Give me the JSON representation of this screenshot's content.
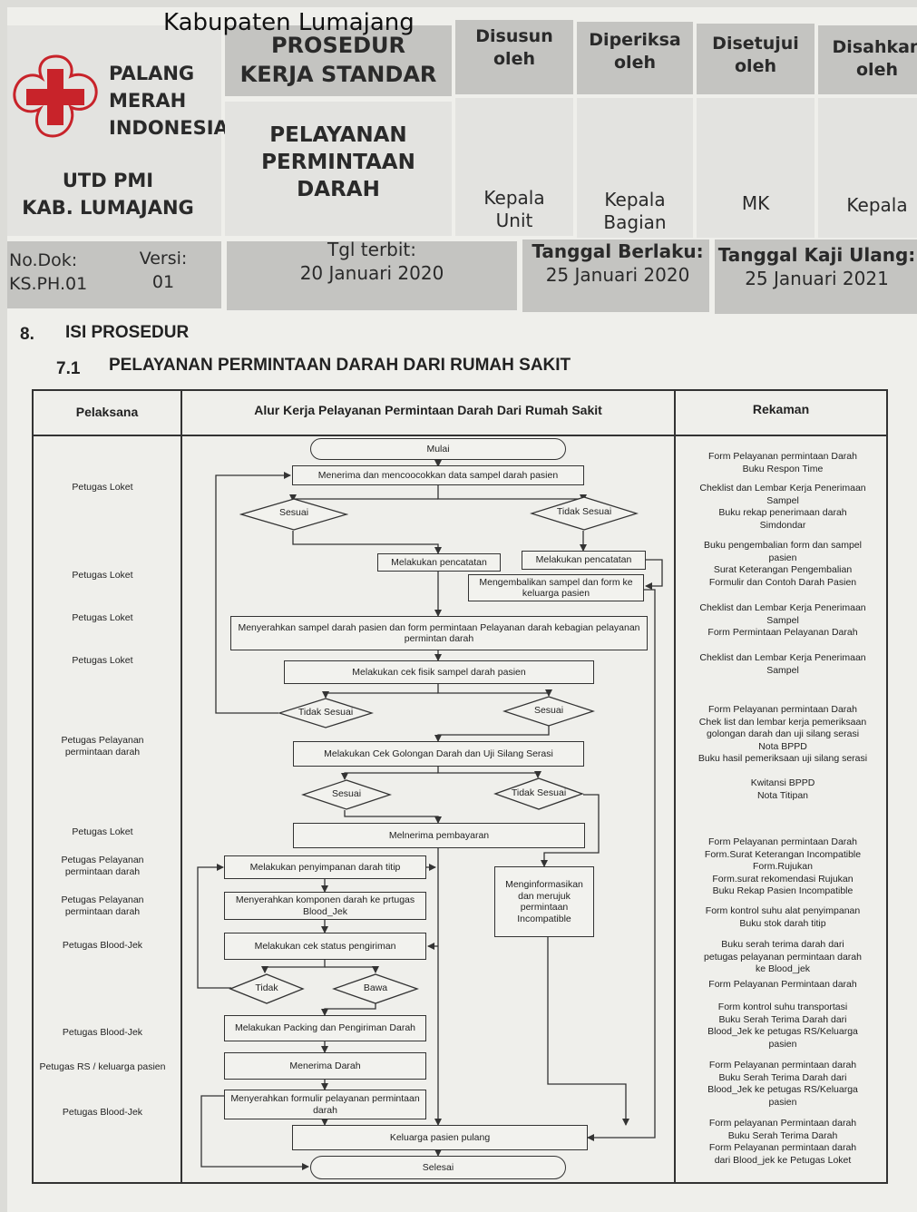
{
  "header": {
    "region": "Kabupaten Lumajang",
    "org_lines": [
      "PALANG",
      "MERAH",
      "INDONESIA"
    ],
    "utd_lines": [
      "UTD PMI",
      "KAB. LUMAJANG"
    ],
    "doc_type_lines": [
      "PROSEDUR",
      "KERJA STANDAR"
    ],
    "doc_title_lines": [
      "PELAYANAN",
      "PERMINTAAN",
      "DARAH"
    ],
    "approvals": [
      {
        "head": [
          "Disusun",
          "oleh"
        ],
        "by": [
          "Kepala",
          "Unit"
        ]
      },
      {
        "head": [
          "Diperiksa",
          "oleh"
        ],
        "by": [
          "Kepala",
          "Bagian"
        ]
      },
      {
        "head": [
          "Disetujui",
          "oleh"
        ],
        "by": [
          "MK"
        ]
      },
      {
        "head": [
          "Disahkan",
          "oleh"
        ],
        "by": [
          "Kepala"
        ]
      }
    ],
    "meta": {
      "no_dok_label": "No.Dok:",
      "no_dok": "KS.PH.01",
      "versi_label": "Versi:",
      "versi": "01",
      "tgl_terbit_label": "Tgl terbit:",
      "tgl_terbit": "20 Januari 2020",
      "berlaku_label": "Tanggal Berlaku:",
      "berlaku": "25 Januari 2020",
      "kaji_label": "Tanggal Kaji Ulang:",
      "kaji": "25 Januari 2021"
    }
  },
  "section": {
    "num": "8.",
    "title": "ISI PROSEDUR",
    "sub_num": "7.1",
    "sub_title": "PELAYANAN PERMINTAAN DARAH DARI RUMAH SAKIT"
  },
  "table": {
    "col_pelaksana": "Pelaksana",
    "col_alur": "Alur Kerja Pelayanan Permintaan Darah Dari Rumah Sakit",
    "col_rekaman": "Rekaman"
  },
  "pelaksana": [
    "Petugas Loket",
    "Petugas Loket",
    "Petugas Loket",
    "Petugas Loket",
    "Petugas Pelayanan\npermintaan darah",
    "Petugas Loket",
    "Petugas Pelayanan\npermintaan darah",
    "Petugas Pelayanan\npermintaan darah",
    "Petugas Blood-Jek",
    "Petugas Blood-Jek",
    "Petugas RS / keluarga pasien",
    "Petugas Blood-Jek"
  ],
  "flow": {
    "mulai": "Mulai",
    "menerima_data": "Menerima dan mencoocokkan data sampel darah pasien",
    "sesuai1": "Sesuai",
    "tidak_sesuai1": "Tidak Sesuai",
    "pencatatan_a": "Melakukan pencatatan",
    "pencatatan_b": "Melakukan pencatatan",
    "mengembalikan": "Mengembalikan sampel dan form ke keluarga pasien",
    "menyerahkan_sampel": "Menyerahkan sampel darah pasien dan form permintaan Pelayanan darah kebagian pelayanan permintan darah",
    "cek_fisik": "Melakukan cek fisik sampel darah pasien",
    "tidak_sesuai2": "Tidak Sesuai",
    "sesuai2": "Sesuai",
    "cek_golongan": "Melakukan Cek Golongan Darah dan Uji Silang Serasi",
    "sesuai3": "Sesuai",
    "tidak_sesuai3": "Tidak Sesuai",
    "pembayaran": "Melnerima  pembayaran",
    "penyimpanan": "Melakukan penyimpanan darah titip",
    "menyerahkan_komponen": "Menyerahkan komponen darah ke prtugas Blood_Jek",
    "menginformasikan": "Menginformasikan dan merujuk permintaan Incompatible",
    "cek_status": "Melakukan cek status pengiriman",
    "tidak": "Tidak",
    "bawa": "Bawa",
    "packing": "Melakukan Packing dan Pengiriman Darah",
    "menerima_darah": "Menerima Darah",
    "menyerahkan_formulir": "Menyerahkan formulir pelayanan permintaan darah",
    "pulang": "Keluarga pasien pulang",
    "selesai": "Selesai"
  },
  "rekaman": [
    "Form Pelayanan permintaan  Darah\nBuku Respon Time",
    "Cheklist dan Lembar Kerja Penerimaan\nSampel\nBuku rekap penerimaan darah\nSimdondar",
    "Buku pengembalian form dan sampel\npasien\nSurat Keterangan Pengembalian\nFormulir dan Contoh Darah Pasien",
    "Cheklist dan Lembar Kerja Penerimaan\nSampel\nForm Permintaan Pelayanan Darah",
    "Cheklist dan Lembar Kerja Penerimaan\nSampel",
    "Form Pelayanan permintaan  Darah\nChek list dan lembar kerja pemeriksaan\ngolongan darah dan uji silang serasi\nNota BPPD\nBuku hasil pemeriksaan uji silang serasi",
    "Kwitansi BPPD\nNota Titipan",
    "Form Pelayanan permintaan Darah\nForm.Surat Keterangan Incompatible\nForm.Rujukan\nForm.surat rekomendasi Rujukan\nBuku Rekap Pasien Incompatible",
    "Form kontrol suhu alat penyimpanan\nBuku stok darah titip",
    "Buku serah terima darah dari\npetugas pelayanan permintaan darah\nke Blood_jek",
    "Form Pelayanan Permintaan darah",
    "Form kontrol suhu transportasi\nBuku Serah Terima Darah dari\nBlood_Jek ke petugas RS/Keluarga\npasien",
    "Form Pelayanan permintaan darah\nBuku Serah Terima Darah dari\nBlood_Jek ke petugas RS/Keluarga\npasien",
    "Form  pelayanan Permintaan  darah\nBuku Serah Terima Darah\nForm Pelayanan permintaan darah\ndari Blood_jek ke Petugas Loket"
  ],
  "colors": {
    "logo_red": "#c8232a",
    "paper": "#efefeb",
    "header_gray": "#c4c4c1"
  }
}
